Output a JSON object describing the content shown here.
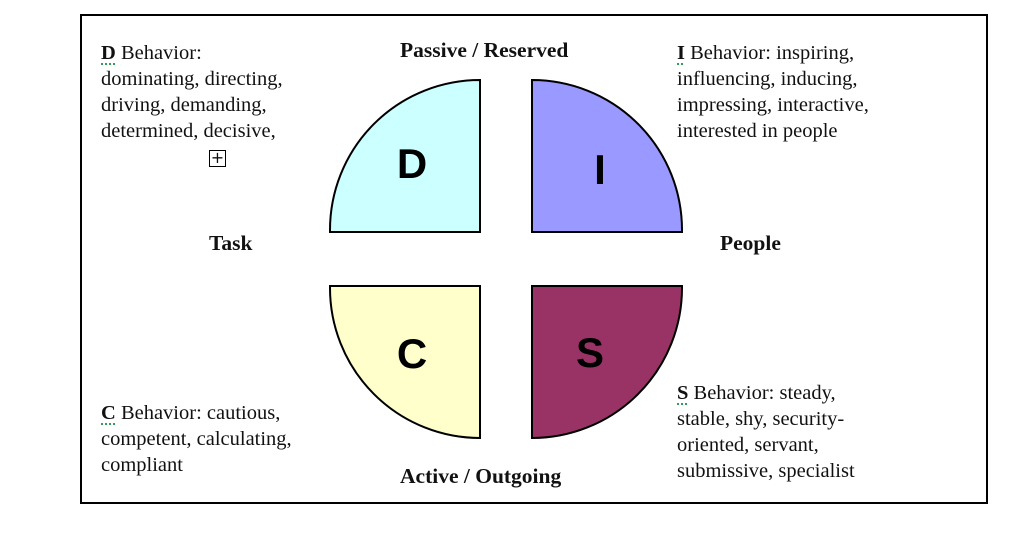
{
  "axes": {
    "top": "Passive / Reserved",
    "bottom": "Active / Outgoing",
    "left": "Task",
    "right": "People"
  },
  "quadrants": [
    {
      "letter": "D",
      "position": "top-left",
      "color": "#ccffff"
    },
    {
      "letter": "I",
      "position": "top-right",
      "color": "#9999ff"
    },
    {
      "letter": "C",
      "position": "bottom-left",
      "color": "#ffffcc"
    },
    {
      "letter": "S",
      "position": "bottom-right",
      "color": "#993366"
    }
  ],
  "descriptions": {
    "D": {
      "lead": "D",
      "lines": [
        " Behavior:",
        "dominating, directing,",
        "driving, demanding,",
        "determined, decisive,"
      ]
    },
    "I": {
      "lead": "I",
      "lines": [
        " Behavior:  inspiring,",
        "influencing, inducing,",
        "impressing, interactive,",
        "interested in people"
      ]
    },
    "C": {
      "lead": "C",
      "lines": [
        " Behavior:  cautious,",
        "competent, calculating,",
        "compliant"
      ]
    },
    "S": {
      "lead": "S",
      "lines": [
        " Behavior:  steady,",
        "stable, shy, security-",
        "oriented, servant,",
        "submissive, specialist"
      ]
    }
  },
  "expand_icon": "plus-square-icon"
}
